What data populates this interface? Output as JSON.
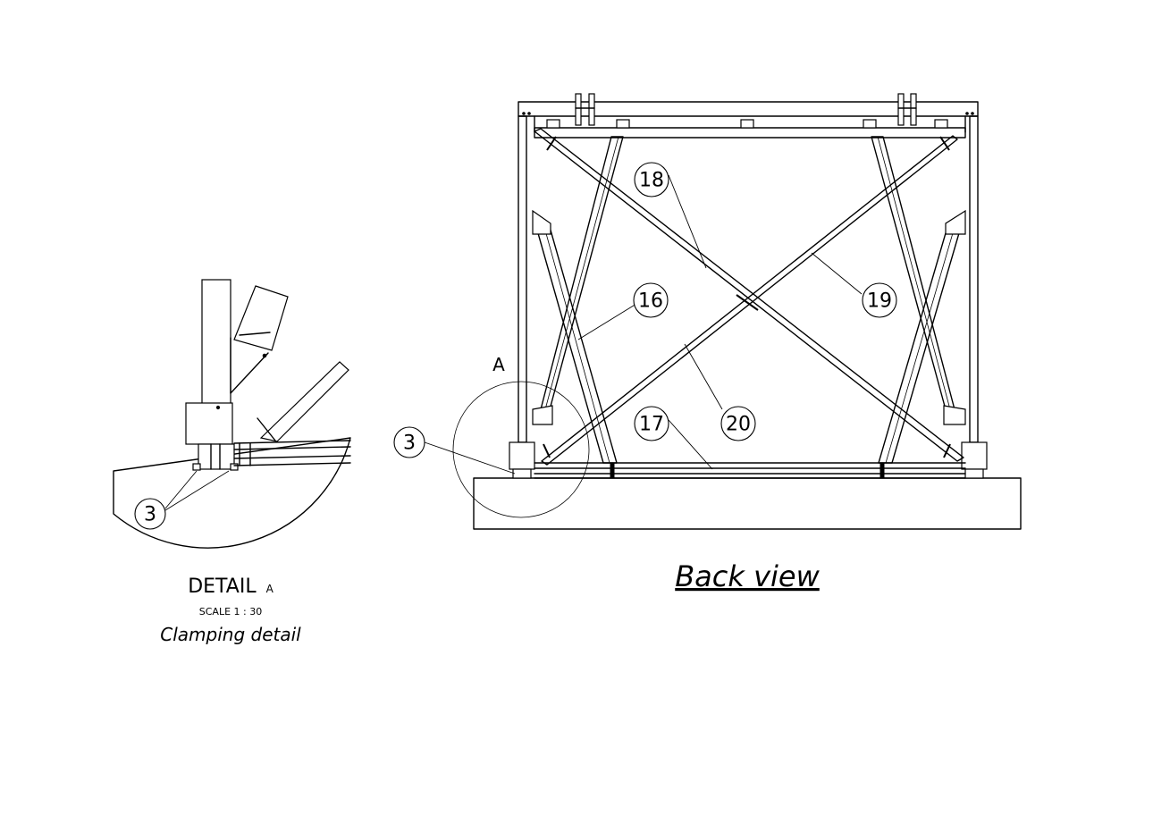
{
  "detail_view": {
    "letter": "A",
    "title": "DETAIL",
    "title_letter": "A",
    "scale": "SCALE 1 : 30",
    "caption": "Clamping detail",
    "balloon": "3"
  },
  "back_view": {
    "title": "Back view",
    "balloons": [
      "18",
      "16",
      "19",
      "20",
      "17",
      "3"
    ]
  }
}
